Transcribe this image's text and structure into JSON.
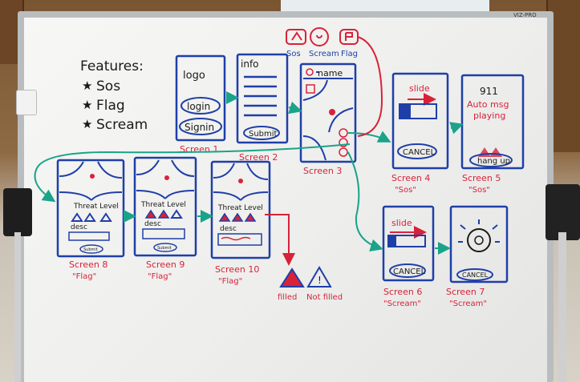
{
  "features": {
    "heading": "Features:",
    "items": [
      "Sos",
      "Flag",
      "Scream"
    ]
  },
  "board": {
    "brand": "VIZ-PRO"
  },
  "top_icons": {
    "labels": [
      "Sos",
      "Scream",
      "Flag"
    ]
  },
  "screens": {
    "s1": {
      "logo": "logo",
      "login": "login",
      "signin": "Signin",
      "caption": "Screen 1"
    },
    "s2": {
      "info": "info",
      "submit": "Submit",
      "caption": "Screen 2"
    },
    "s3": {
      "name": "name",
      "caption": "Screen 3"
    },
    "s4": {
      "slide": "slide",
      "cancel": "CANCEL",
      "caption": "Screen 4",
      "tag": "\"Sos\""
    },
    "s5": {
      "line1": "911",
      "line2": "Auto msg",
      "line3": "playing",
      "hangup": "hang up",
      "caption": "Screen 5",
      "tag": "\"Sos\""
    },
    "s6": {
      "slide": "slide",
      "cancel": "CANCEL",
      "caption": "Screen 6",
      "tag": "\"Scream\""
    },
    "s7": {
      "cancel": "CANCEL",
      "caption": "Screen 7",
      "tag": "\"Scream\""
    },
    "s8": {
      "threat": "Threat Level",
      "desc": "desc",
      "submit": "Submit",
      "caption": "Screen 8",
      "tag": "\"Flag\""
    },
    "s9": {
      "threat": "Threat Level",
      "desc": "desc",
      "submit": "Submit",
      "caption": "Screen 9",
      "tag": "\"Flag\""
    },
    "s10": {
      "threat": "Threat Level",
      "desc": "desc",
      "caption": "Screen 10",
      "tag": "\"Flag\""
    }
  },
  "legend": {
    "filled": "filled",
    "not_filled": "Not filled"
  },
  "colors": {
    "blue": "#1f3fa8",
    "red": "#d8223a",
    "teal": "#1aa38a",
    "ink": "#1a1a1a"
  }
}
